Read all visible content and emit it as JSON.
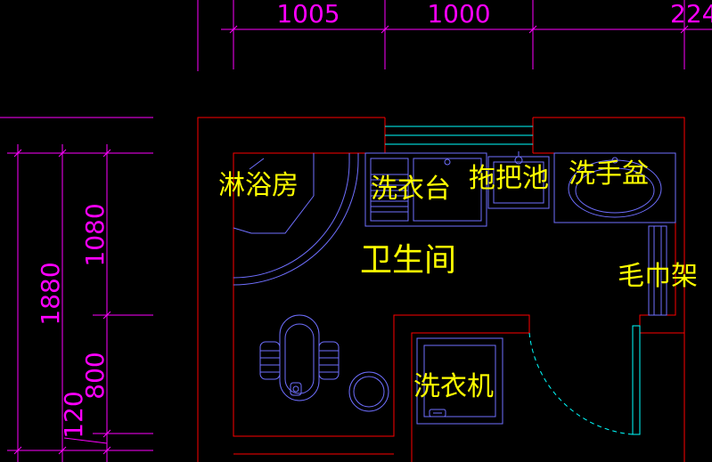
{
  "dimensions": {
    "top": [
      "1005",
      "1000",
      "224"
    ],
    "left_outer": "1880",
    "left_inner": [
      "1080",
      "800",
      "120"
    ]
  },
  "rooms": {
    "shower": "淋浴房",
    "laundry_sink": "洗衣台",
    "mop_sink": "拖把池",
    "wash_basin": "洗手盆",
    "bathroom": "卫生间",
    "towel_rack": "毛巾架",
    "washing_machine": "洗衣机"
  },
  "colors": {
    "background": "#000000",
    "walls": "#ff0000",
    "dimension": "#ff00ff",
    "fixtures": "#6f6fff",
    "labels": "#ffff00",
    "window": "#00ffff"
  }
}
